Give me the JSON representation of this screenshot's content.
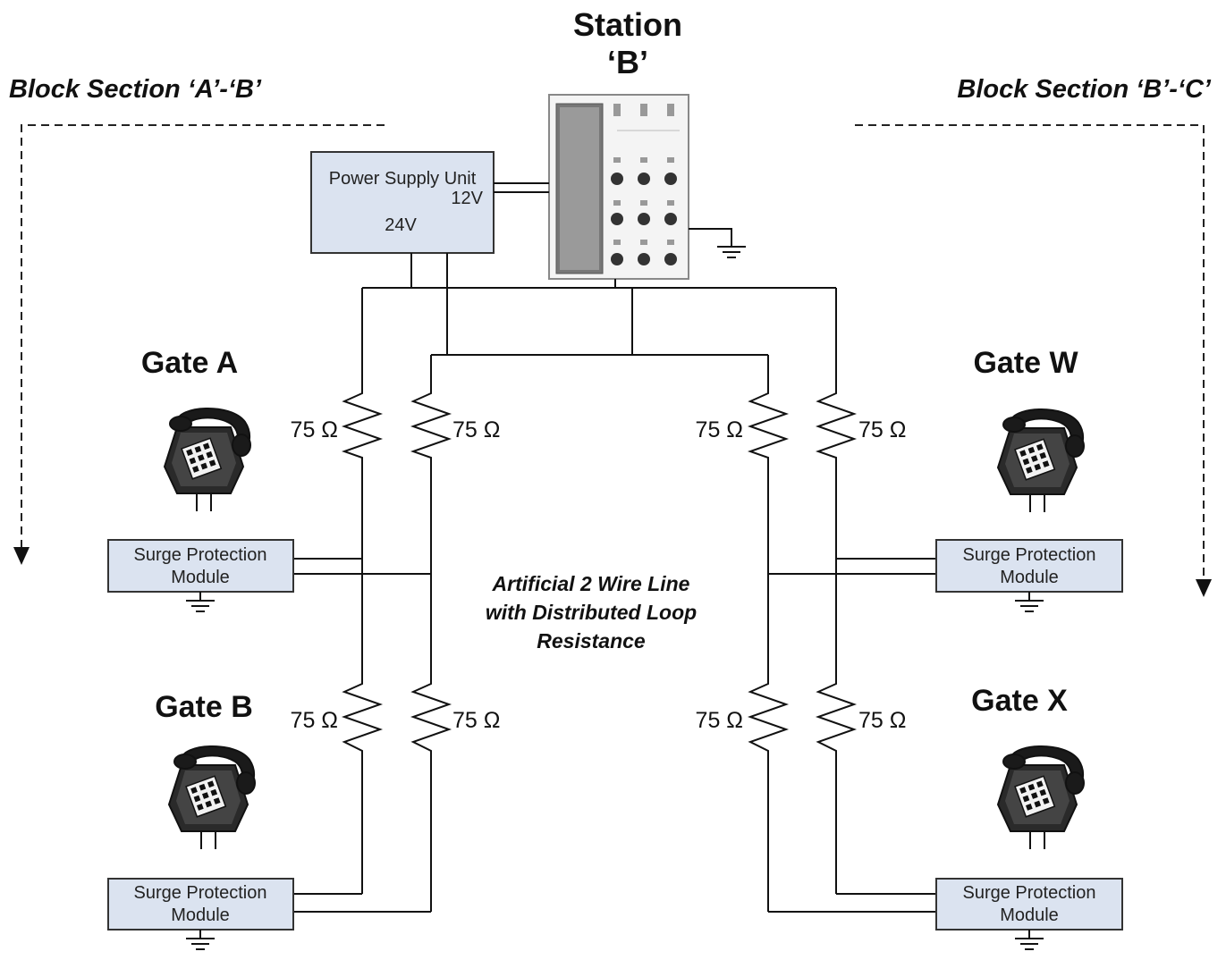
{
  "station": {
    "line1": "Station",
    "line2": "‘B’"
  },
  "block_sections": {
    "left": "Block Section ‘A’-‘B’",
    "right": "Block Section ‘B’-‘C’"
  },
  "power_supply": {
    "title": "Power Supply Unit",
    "v12": "12V",
    "v24": "24V"
  },
  "gates": {
    "a": "Gate A",
    "b": "Gate B",
    "w": "Gate W",
    "x": "Gate X"
  },
  "resistor_label": "75 Ω",
  "surge_module": {
    "line1": "Surge Protection",
    "line2": "Module"
  },
  "center_label": {
    "line1": "Artificial 2 Wire Line",
    "line2": "with Distributed Loop",
    "line3": "Resistance"
  },
  "colors": {
    "module_fill": "#dbe3f0",
    "wire": "#111111",
    "exchange_panel": "#f4f4f4"
  },
  "icons": {
    "telephone": "telephone-icon",
    "ground": "ground-icon",
    "exchange": "exchange-panel-icon"
  }
}
